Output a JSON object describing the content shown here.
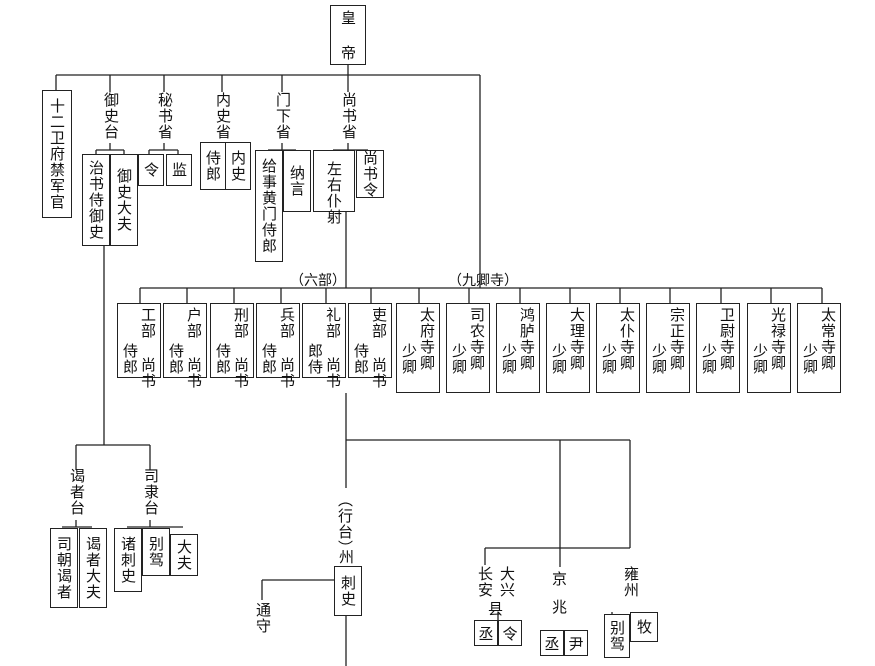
{
  "emperor": "皇 帝",
  "top": {
    "guards": "十二卫府禁军官",
    "censorate": "御史台",
    "censorate_a": "治书侍御史",
    "censorate_b": "御史大夫",
    "secretariat": "秘书省",
    "secretariat_a": "令",
    "secretariat_b": "监",
    "inner_hist": "内史省",
    "inner_hist_a": "侍郎",
    "inner_hist_b": "内史",
    "chancellery": "门下省",
    "chancellery_a": "给事黄门侍郎",
    "chancellery_b": "纳言",
    "state_affairs": "尚书省",
    "state_affairs_a": "左右仆射",
    "state_affairs_b": "尚书令"
  },
  "groups": {
    "six_ministries": "（六部）",
    "nine_courts": "（九卿寺）"
  },
  "ministries": [
    {
      "name": "工部",
      "a": "侍郎",
      "b": "尚书"
    },
    {
      "name": "户部",
      "a": "侍郎",
      "b": "尚书"
    },
    {
      "name": "刑部",
      "a": "侍郎",
      "b": "尚书"
    },
    {
      "name": "兵部",
      "a": "侍郎",
      "b": "尚书"
    },
    {
      "name": "礼部",
      "a": "郎侍",
      "b": "尚书"
    },
    {
      "name": "吏部",
      "a": "侍郎",
      "b": "尚书"
    }
  ],
  "courts": [
    {
      "name": "太府寺",
      "a": "少卿",
      "b": "卿"
    },
    {
      "name": "司农寺",
      "a": "少卿",
      "b": "卿"
    },
    {
      "name": "鸿胪寺",
      "a": "少卿",
      "b": "卿"
    },
    {
      "name": "大理寺",
      "a": "少卿",
      "b": "卿"
    },
    {
      "name": "太仆寺",
      "a": "少卿",
      "b": "卿"
    },
    {
      "name": "宗正寺",
      "a": "少卿",
      "b": "卿"
    },
    {
      "name": "卫尉寺",
      "a": "少卿",
      "b": "卿"
    },
    {
      "name": "光禄寺",
      "a": "少卿",
      "b": "卿"
    },
    {
      "name": "太常寺",
      "a": "少卿",
      "b": "卿"
    }
  ],
  "lower": {
    "yezhe": "谒者台",
    "yezhe_a": "司朝谒者",
    "yezhe_b": "谒者大夫",
    "sili": "司隶台",
    "sili_a": "诸刺史",
    "sili_b": "别驾",
    "sili_c": "大夫",
    "xingtai": "（行台）",
    "zhou": "州",
    "cishi": "刺史",
    "tongshou": "通守",
    "jing": "京",
    "zhao": "兆",
    "changan": "长安",
    "daxing": "大兴",
    "xian": "县",
    "cheng1": "丞",
    "ling1": "令",
    "cheng2": "丞",
    "yin": "尹",
    "yongzhou": "雍州",
    "biejia": "别驾",
    "mu": "牧"
  }
}
